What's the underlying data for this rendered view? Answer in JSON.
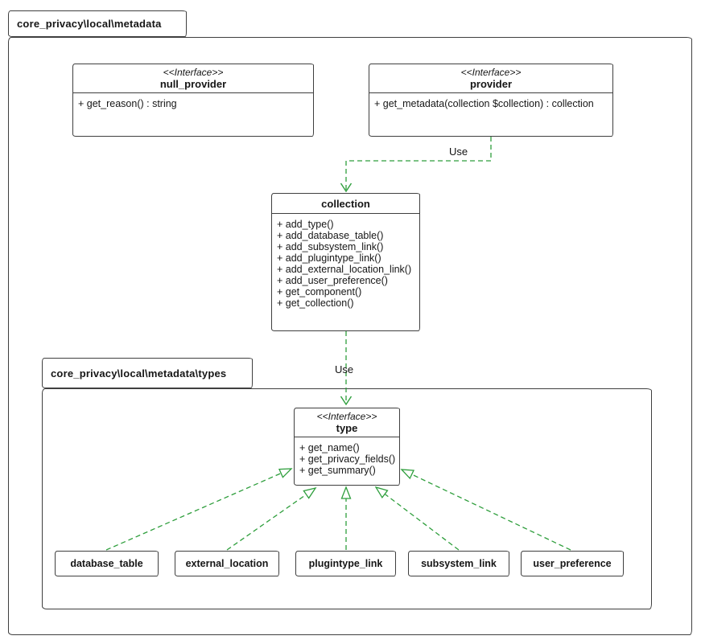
{
  "outer_package": {
    "label": "core_privacy\\local\\metadata"
  },
  "inner_package": {
    "label": "core_privacy\\local\\metadata\\types"
  },
  "classes": {
    "null_provider": {
      "stereotype": "<<Interface>>",
      "name": "null_provider",
      "methods": [
        "+ get_reason() : string"
      ]
    },
    "provider": {
      "stereotype": "<<Interface>>",
      "name": "provider",
      "methods": [
        "+ get_metadata(collection $collection) : collection"
      ]
    },
    "collection": {
      "name": "collection",
      "methods": [
        "+ add_type()",
        "+ add_database_table()",
        "+ add_subsystem_link()",
        "+ add_plugintype_link()",
        "+ add_external_location_link()",
        "+ add_user_preference()",
        "+ get_component()",
        "+ get_collection()"
      ]
    },
    "type": {
      "stereotype": "<<Interface>>",
      "name": "type",
      "methods": [
        "+ get_name()",
        "+ get_privacy_fields()",
        "+ get_summary()"
      ]
    },
    "database_table": {
      "name": "database_table"
    },
    "external_location": {
      "name": "external_location"
    },
    "plugintype_link": {
      "name": "plugintype_link"
    },
    "subsystem_link": {
      "name": "subsystem_link"
    },
    "user_preference": {
      "name": "user_preference"
    }
  },
  "edges": {
    "use_provider_collection": {
      "label": "Use",
      "type": "dependency"
    },
    "use_collection_type": {
      "label": "Use",
      "type": "dependency"
    },
    "realizations": [
      "database_table -> type",
      "external_location -> type",
      "plugintype_link -> type",
      "subsystem_link -> type",
      "user_preference -> type"
    ]
  },
  "colors": {
    "arrow-green": "#2e9e3c",
    "line": "#3f3f3f"
  }
}
